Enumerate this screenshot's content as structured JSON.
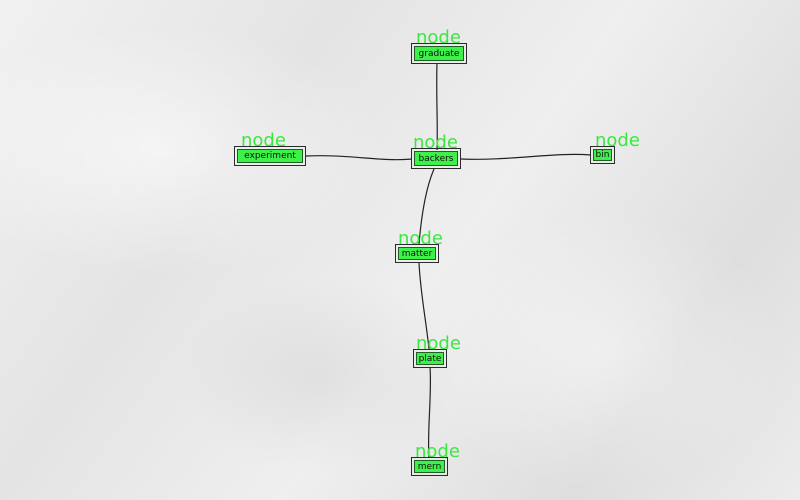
{
  "diagram": {
    "node_tag": "node",
    "nodes": [
      {
        "id": "graduate",
        "label": "graduate"
      },
      {
        "id": "experiment",
        "label": "experiment"
      },
      {
        "id": "backers",
        "label": "backers"
      },
      {
        "id": "bin",
        "label": "bin"
      },
      {
        "id": "matter",
        "label": "matter"
      },
      {
        "id": "plate",
        "label": "plate"
      },
      {
        "id": "mern",
        "label": "mern"
      }
    ],
    "edges": [
      {
        "from": "graduate",
        "to": "backers"
      },
      {
        "from": "experiment",
        "to": "backers"
      },
      {
        "from": "backers",
        "to": "bin"
      },
      {
        "from": "backers",
        "to": "matter"
      },
      {
        "from": "matter",
        "to": "plate"
      },
      {
        "from": "plate",
        "to": "mern"
      }
    ],
    "colors": {
      "node_fill": "#3ef04a",
      "tag_text": "#39e83f",
      "edge": "#222222",
      "background": "#e9e9e9"
    }
  }
}
